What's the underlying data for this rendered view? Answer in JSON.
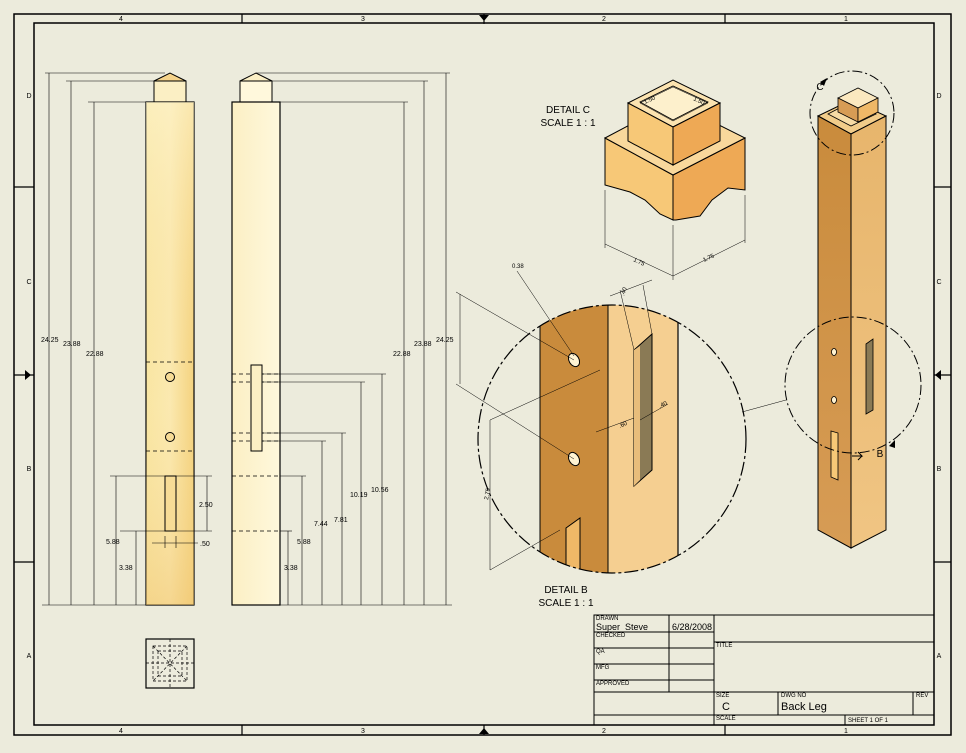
{
  "border": {
    "top_zones": [
      "4",
      "3",
      "2",
      "1"
    ],
    "bottom_zones": [
      "4",
      "3",
      "2",
      "1"
    ],
    "left_zones": [
      "D",
      "C",
      "B",
      "A"
    ],
    "right_zones": [
      "D",
      "C",
      "B",
      "A"
    ]
  },
  "front_view": {
    "dims": [
      "24.25",
      "23.88",
      "22.88",
      "5.88",
      "3.38",
      "2.50",
      ".50"
    ]
  },
  "side_view": {
    "dims": [
      "22.88",
      "23.88",
      "24.25",
      "5.88",
      "3.38",
      "7.44",
      "7.81",
      "10.19",
      "10.56"
    ]
  },
  "detail_c": {
    "title": "DETAIL  C",
    "scale": "SCALE 1 : 1",
    "dims": [
      "1.50",
      "1.50",
      "1.75",
      "1.75"
    ]
  },
  "detail_b": {
    "title": "DETAIL  B",
    "scale": "SCALE 1 : 1",
    "dims": [
      "0.38",
      ".40",
      ".60",
      ".40",
      "2.75"
    ]
  },
  "iso_view": {
    "callout_c": "C",
    "callout_b": "B"
  },
  "title_block": {
    "drawn_label": "DRAWN",
    "drawn_by": "Super_Steve",
    "drawn_date": "6/28/2008",
    "checked_label": "CHECKED",
    "qa_label": "QA",
    "mfg_label": "MFG",
    "approved_label": "APPROVED",
    "title_label": "TITLE",
    "size_label": "SIZE",
    "size_value": "C",
    "dwg_no_label": "DWG NO",
    "dwg_no_value": "Back Leg",
    "rev_label": "REV",
    "scale_label": "SCALE",
    "sheet_label": "SHEET 1  OF 1"
  },
  "colors": {
    "paper": "#ecebdc",
    "wood_light": "#fdf2b8",
    "wood_mid": "#f4d27e",
    "wood_dark": "#cd9448",
    "line": "#000000"
  }
}
